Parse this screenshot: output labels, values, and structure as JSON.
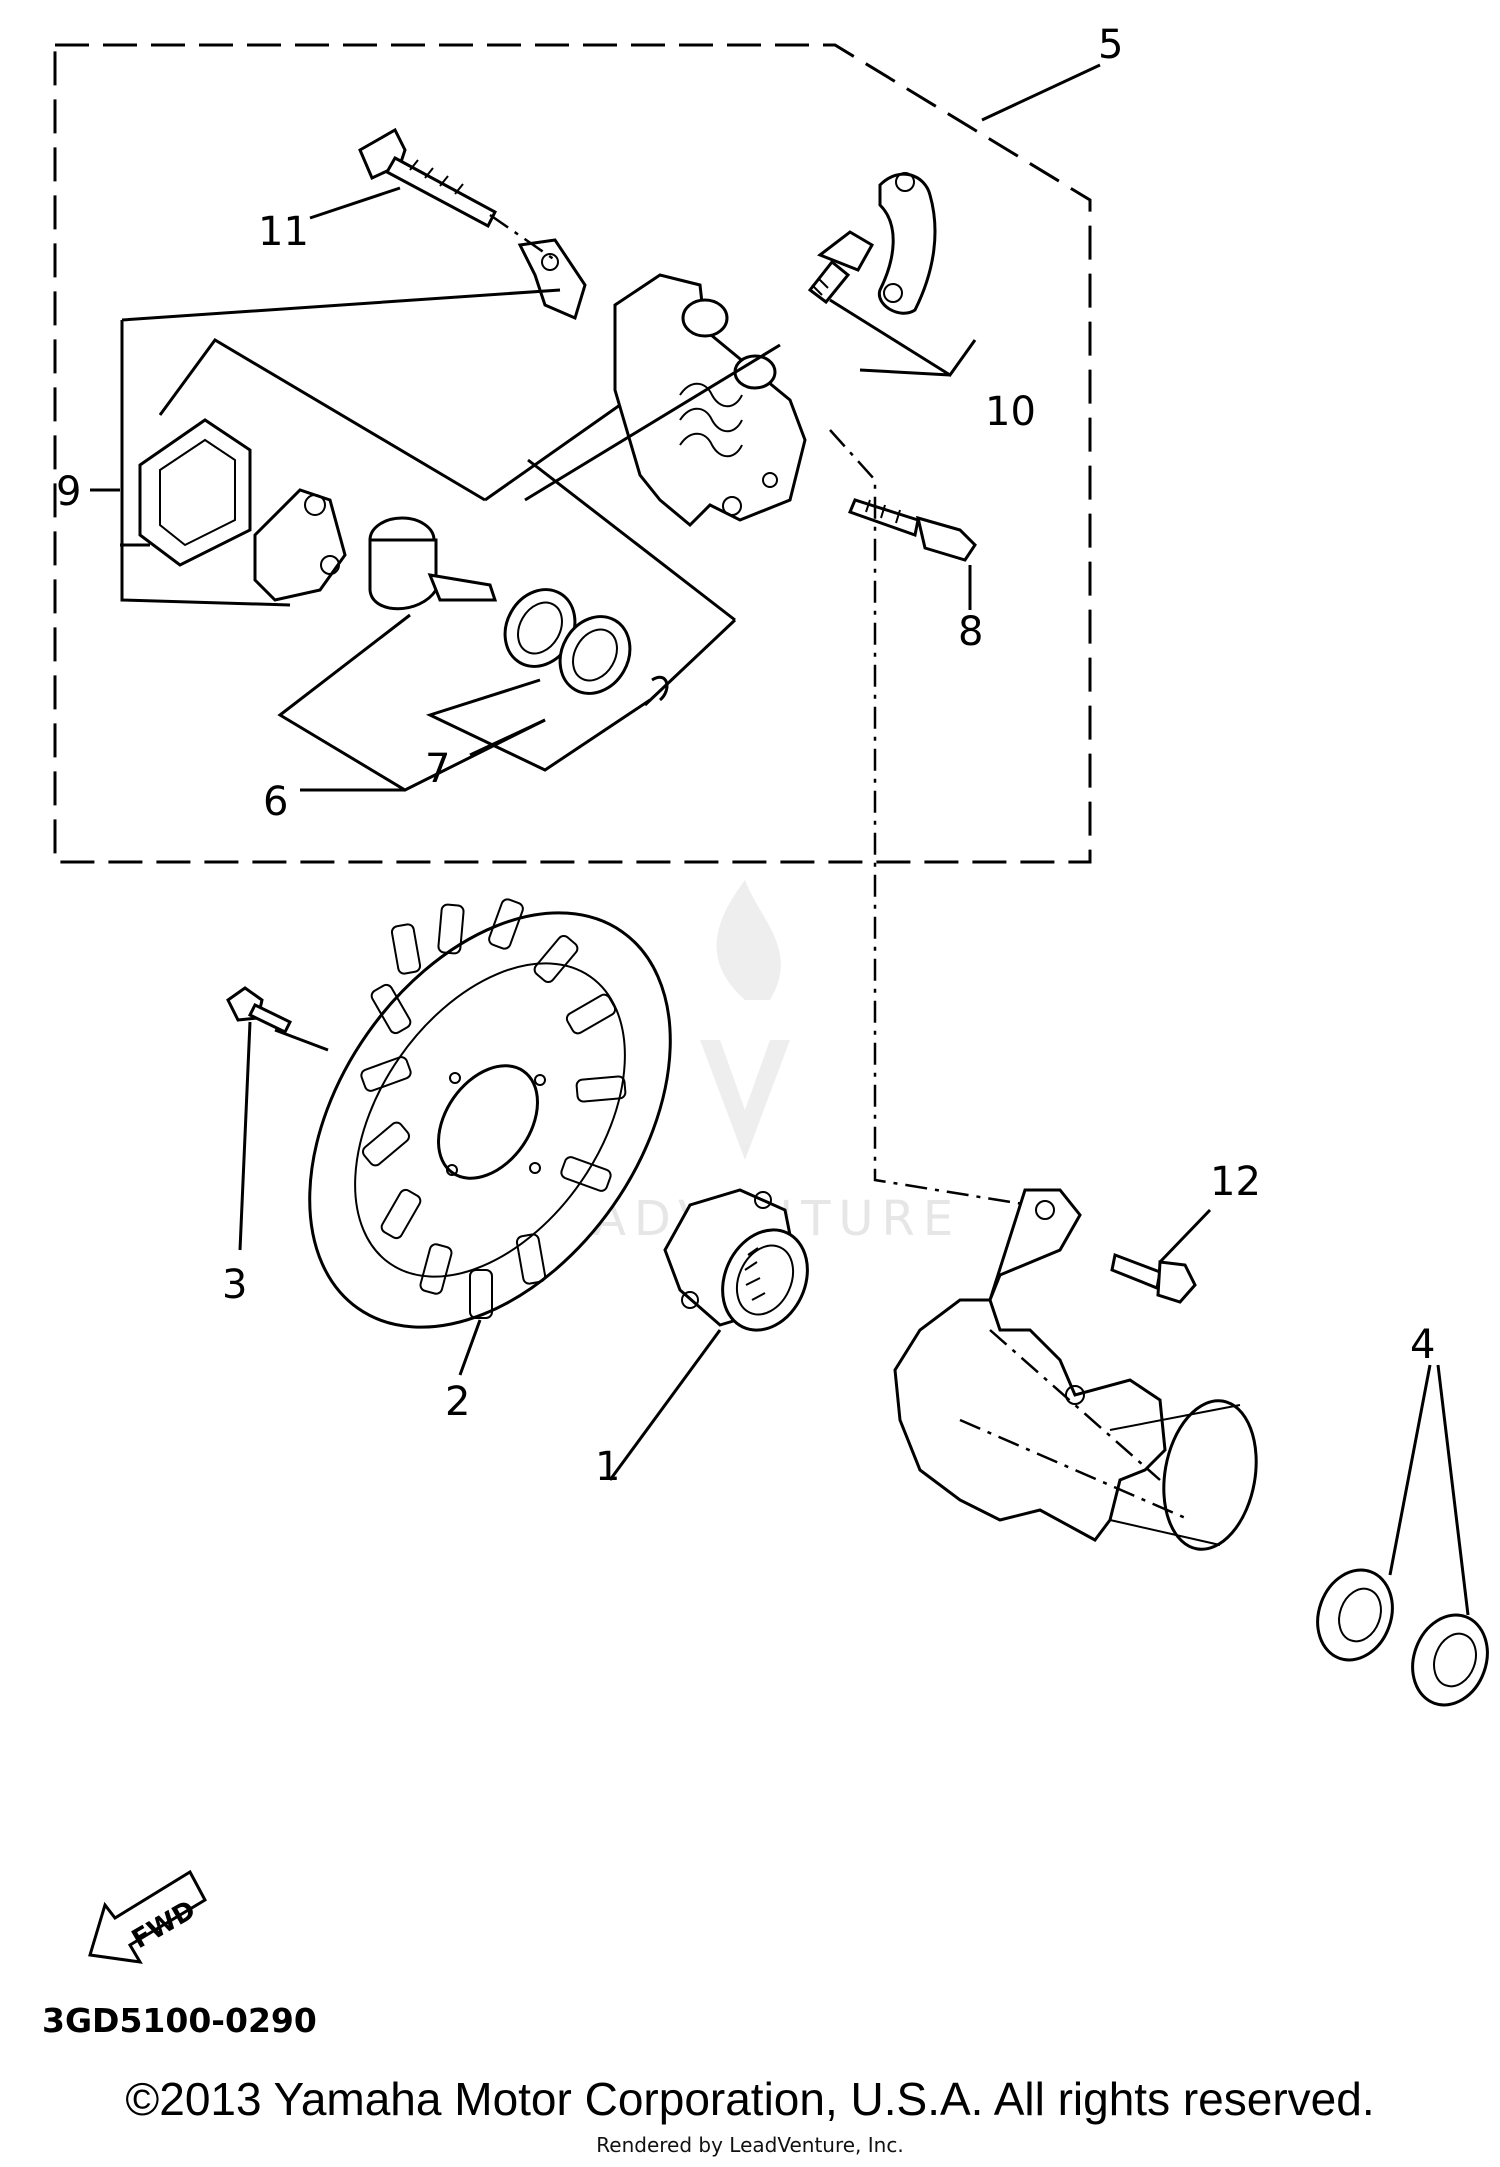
{
  "callouts": {
    "c1": "1",
    "c2": "2",
    "c3": "3",
    "c4": "4",
    "c5": "5",
    "c6": "6",
    "c7": "7",
    "c8": "8",
    "c9": "9",
    "c10": "10",
    "c11": "11",
    "c12": "12"
  },
  "fwd_label": "FWD",
  "part_code": "3GD5100-0290",
  "watermark_text": "LEADVENTURE",
  "copyright": "©2013 Yamaha Motor Corporation, U.S.A. All rights reserved.",
  "rendered_by": "Rendered by LeadVenture, Inc."
}
